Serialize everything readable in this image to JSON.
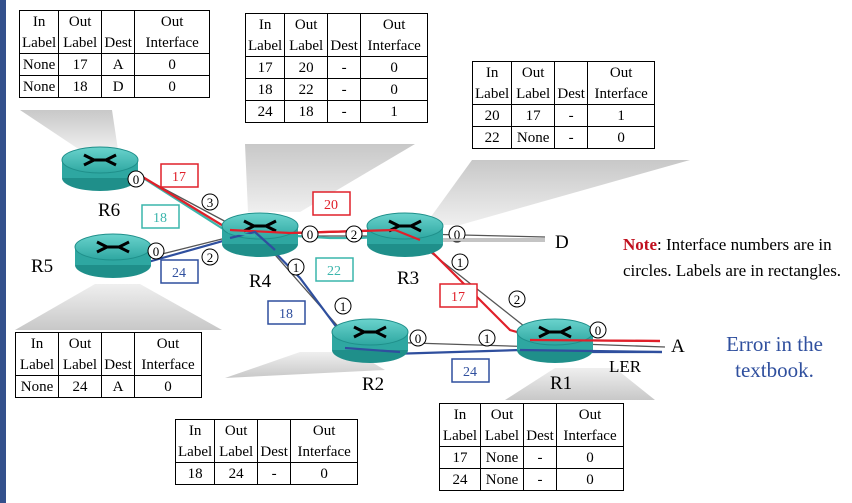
{
  "tables": {
    "r6": {
      "header1": [
        "In",
        "Out",
        "",
        "Out"
      ],
      "header2": [
        "Label",
        "Label",
        "Dest",
        "Interface"
      ],
      "rows": [
        [
          "None",
          "17",
          "A",
          "0"
        ],
        [
          "None",
          "18",
          "D",
          "0"
        ]
      ]
    },
    "r4": {
      "header1": [
        "In",
        "Out",
        "",
        "Out"
      ],
      "header2": [
        "Label",
        "Label",
        "Dest",
        "Interface"
      ],
      "rows": [
        [
          "17",
          "20",
          "-",
          "0"
        ],
        [
          "18",
          "22",
          "-",
          "0"
        ],
        [
          "24",
          "18",
          "-",
          "1"
        ]
      ]
    },
    "r3": {
      "header1": [
        "In",
        "Out",
        "",
        "Out"
      ],
      "header2": [
        "Label",
        "Label",
        "Dest",
        "Interface"
      ],
      "rows": [
        [
          "20",
          "17",
          "-",
          "1"
        ],
        [
          "22",
          "None",
          "-",
          "0"
        ]
      ]
    },
    "r5": {
      "header1": [
        "In",
        "Out",
        "",
        "Out"
      ],
      "header2": [
        "Label",
        "Label",
        "Dest",
        "Interface"
      ],
      "rows": [
        [
          "None",
          "24",
          "A",
          "0"
        ]
      ]
    },
    "r2": {
      "header1": [
        "In",
        "Out",
        "",
        "Out"
      ],
      "header2": [
        "Label",
        "Label",
        "Dest",
        "Interface"
      ],
      "rows": [
        [
          "18",
          "24",
          "-",
          "0"
        ]
      ]
    },
    "r1": {
      "header1": [
        "In",
        "Out",
        "",
        "Out"
      ],
      "header2": [
        "Label",
        "Label",
        "Dest",
        "Interface"
      ],
      "rows": [
        [
          "17",
          "None",
          "-",
          "0"
        ],
        [
          "24",
          "None",
          "-",
          "0"
        ]
      ]
    }
  },
  "routers": {
    "r6": "R6",
    "r5": "R5",
    "r4": "R4",
    "r3": "R3",
    "r2": "R2",
    "r1": "R1",
    "ler": "LER"
  },
  "destinations": {
    "d": "D",
    "a": "A"
  },
  "interfaces": {
    "r6_0": "0",
    "r6_3": "3",
    "r5_0": "0",
    "r5_2": "2",
    "r4_0": "0",
    "r4_1": "1",
    "r3_2": "2",
    "r3_0": "0",
    "r3_1": "1",
    "r2_1": "1",
    "r2_0": "0",
    "r1_1": "1",
    "r1_2": "2",
    "r1_0": "0"
  },
  "labels": {
    "l17_r6": "17",
    "l18_r6": "18",
    "l20": "20",
    "l22": "22",
    "l24_r5": "24",
    "l18_r4": "18",
    "l17_r3": "17",
    "l24_r2": "24"
  },
  "note": {
    "keyword": "Note",
    "text": ": Interface numbers are in circles. Labels are in rectangles."
  },
  "error": {
    "line1": "Error in the",
    "line2": "textbook."
  },
  "colors": {
    "red": "#e0202a",
    "teal": "#3ab5ac",
    "blue": "#2f4f9e",
    "router_fill": "#3bb7b1",
    "router_dark": "#1f8f8a",
    "border": "#33508c"
  }
}
